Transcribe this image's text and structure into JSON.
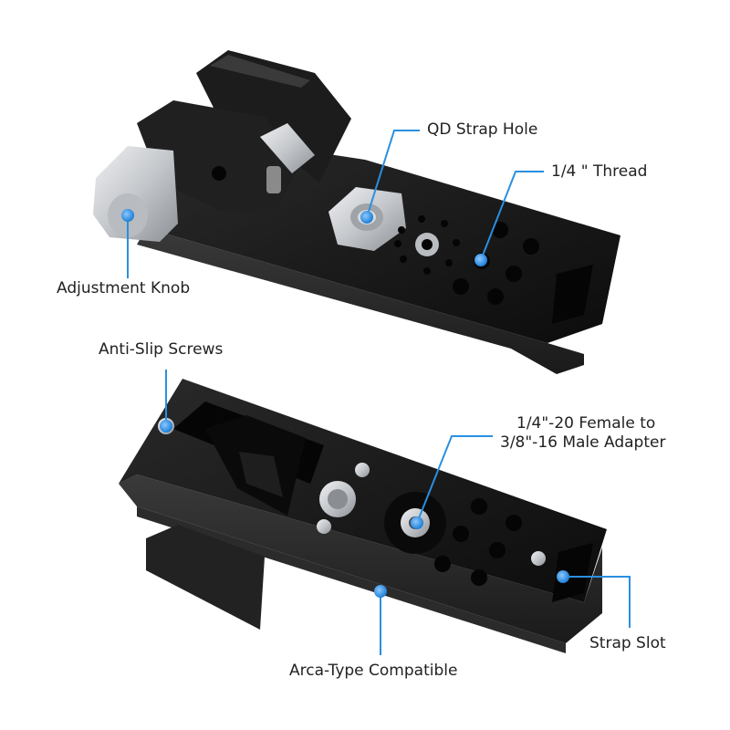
{
  "accent_color": "#2a8fe0",
  "plate_color": "#141414",
  "silver_color": "#c9ccd0",
  "callouts": {
    "qd_strap_hole": "QD Strap Hole",
    "thread": "1/4 \" Thread",
    "adjustment_knob": "Adjustment Knob",
    "anti_slip_screws": "Anti-Slip Screws",
    "adapter_line1": "1/4\"-20 Female to",
    "adapter_line2": "3/8\"-16 Male Adapter",
    "strap_slot": "Strap Slot",
    "arca_compatible": "Arca-Type Compatible"
  }
}
